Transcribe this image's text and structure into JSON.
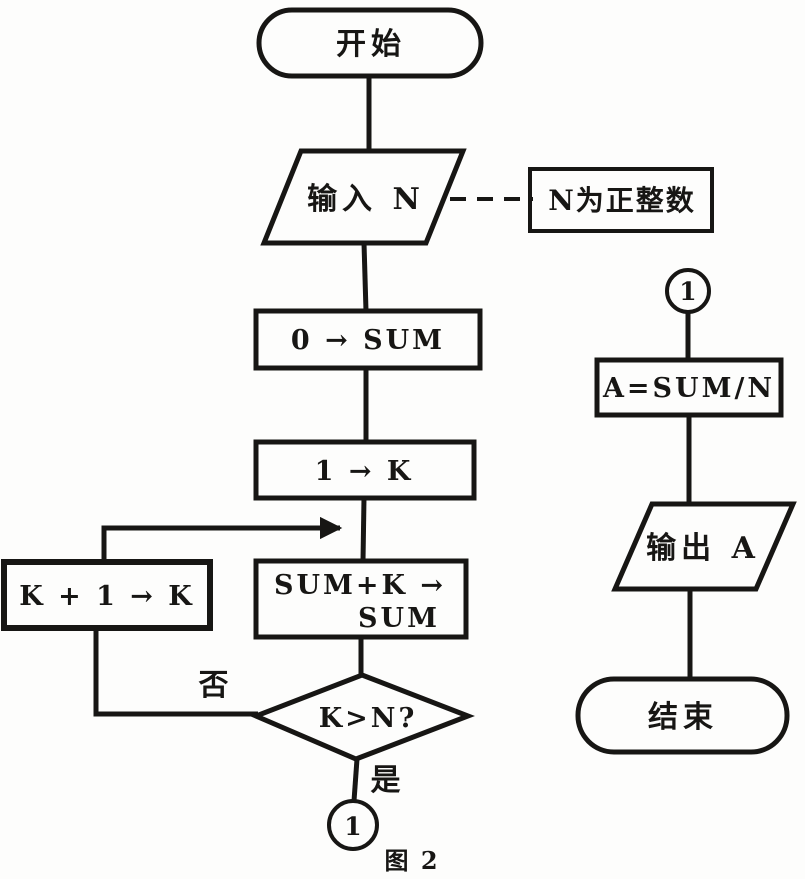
{
  "nodes": {
    "start": "开始",
    "input": "输入 N",
    "annotation": "N为正整数",
    "init_sum": "0 → SUM",
    "init_k": "1 → K",
    "accumulate_line1": "SUM+K →",
    "accumulate_line2": "SUM",
    "increment": "K + 1 → K",
    "decision": "K>N?",
    "assign": "A=SUM/N",
    "output": "输出 A",
    "end": "结束"
  },
  "labels": {
    "no": "否",
    "yes": "是",
    "connector_bottom": "1",
    "connector_top": "1",
    "caption": "图 2"
  },
  "colors": {
    "ink": "#171614",
    "paper": "#fdfdfc"
  }
}
